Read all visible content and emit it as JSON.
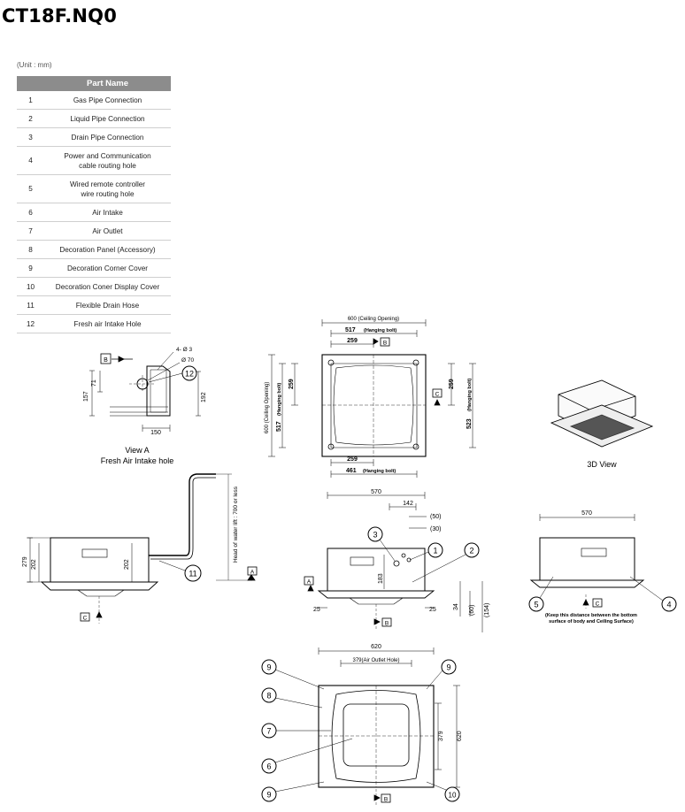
{
  "title": "CT18F.NQ0",
  "unit": "(Unit : mm)",
  "table": {
    "num_header": "",
    "name_header": "Part Name",
    "rows": [
      {
        "num": "1",
        "name": "Gas Pipe Connection"
      },
      {
        "num": "2",
        "name": "Liquid Pipe Connection"
      },
      {
        "num": "3",
        "name": "Drain Pipe Connection"
      },
      {
        "num": "4",
        "name": "Power and Communication\ncable routing hole"
      },
      {
        "num": "5",
        "name": "Wired remote controller\nwire routing hole"
      },
      {
        "num": "6",
        "name": "Air Intake"
      },
      {
        "num": "7",
        "name": "Air Outlet"
      },
      {
        "num": "8",
        "name": "Decoration Panel (Accessory)"
      },
      {
        "num": "9",
        "name": "Decoration Corner Cover"
      },
      {
        "num": "10",
        "name": "Decoration Coner Display Cover"
      },
      {
        "num": "11",
        "name": "Flexible Drain Hose"
      },
      {
        "num": "12",
        "name": "Fresh air Intake Hole"
      }
    ]
  },
  "drawing": {
    "view_a_title": "View A",
    "view_a_subtitle": "Fresh Air Intake hole",
    "view_3d": "3D View",
    "hole_spec_1": "4- Ø 3",
    "hole_spec_2": "Ø 70",
    "ceiling_opening_w": "600 (Ceiling Opening)",
    "ceiling_opening_h": "600 (Ceiling Opening)",
    "hanging_bolt": "(Hanging bolt)",
    "water_lift": "Head of water lift : 700  or less",
    "keep_note_1": "(Keep this distance between the bottom",
    "keep_note_2": "surface of body and Ceiling Surface)",
    "air_outlet_hole": "379(Air Outlet Hole)",
    "dims": {
      "d157": "157",
      "d71": "71",
      "d192": "192",
      "d150": "150",
      "d517t": "517",
      "d259t": "259",
      "d259l": "259",
      "d517l": "517",
      "d259r": "259",
      "d523r": "523",
      "d259b": "259",
      "d461b": "461",
      "d279": "279",
      "d202a": "202",
      "d202b": "202",
      "d570m": "570",
      "d142": "142",
      "d50": "(50)",
      "d30": "(30)",
      "d183": "183",
      "d25a": "25",
      "d25b": "25",
      "d34": "34",
      "d60": "(60)",
      "d154": "(154)",
      "d570r": "570",
      "d620t": "620",
      "d379": "379",
      "d620r": "620"
    },
    "labels": {
      "A": "A",
      "B": "B",
      "C": "C",
      "n1": "1",
      "n2": "2",
      "n3": "3",
      "n4": "4",
      "n5": "5",
      "n6": "6",
      "n7": "7",
      "n8": "8",
      "n9": "9",
      "n10": "10",
      "n11": "11",
      "n12": "12"
    }
  }
}
